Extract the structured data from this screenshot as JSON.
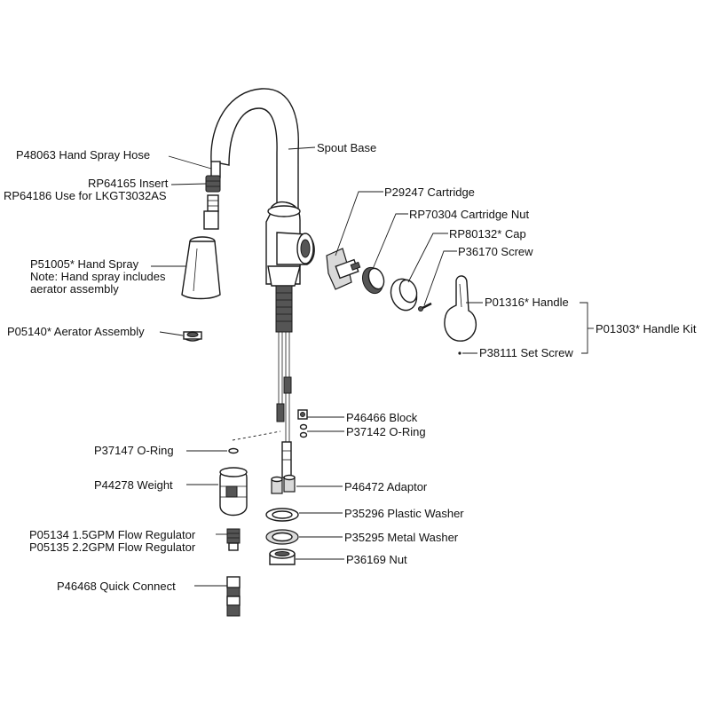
{
  "labels": {
    "hand_spray_hose": "P48063 Hand Spray Hose",
    "insert": "RP64165 Insert",
    "insert_alt": "RP64186 Use for LKGT3032AS",
    "hand_spray": "P51005* Hand Spray",
    "hand_spray_note1": "Note: Hand spray includes",
    "hand_spray_note2": "aerator assembly",
    "aerator": "P05140* Aerator Assembly",
    "spout_base": "Spout Base",
    "cartridge": "P29247 Cartridge",
    "cartridge_nut": "RP70304 Cartridge Nut",
    "cap": "RP80132* Cap",
    "screw": "P36170 Screw",
    "handle": "P01316* Handle",
    "handle_kit": "P01303* Handle Kit",
    "set_screw": "P38111 Set Screw",
    "block": "P46466 Block",
    "oring_right": "P37142 O-Ring",
    "oring_left": "P37147 O-Ring",
    "weight": "P44278 Weight",
    "adaptor": "P46472 Adaptor",
    "plastic_washer": "P35296 Plastic Washer",
    "metal_washer": "P35295 Metal Washer",
    "nut": "P36169 Nut",
    "flow_reg_15": "P05134 1.5GPM Flow Regulator",
    "flow_reg_22": "P05135 2.2GPM Flow Regulator",
    "quick_connect": "P46468 Quick Connect"
  }
}
